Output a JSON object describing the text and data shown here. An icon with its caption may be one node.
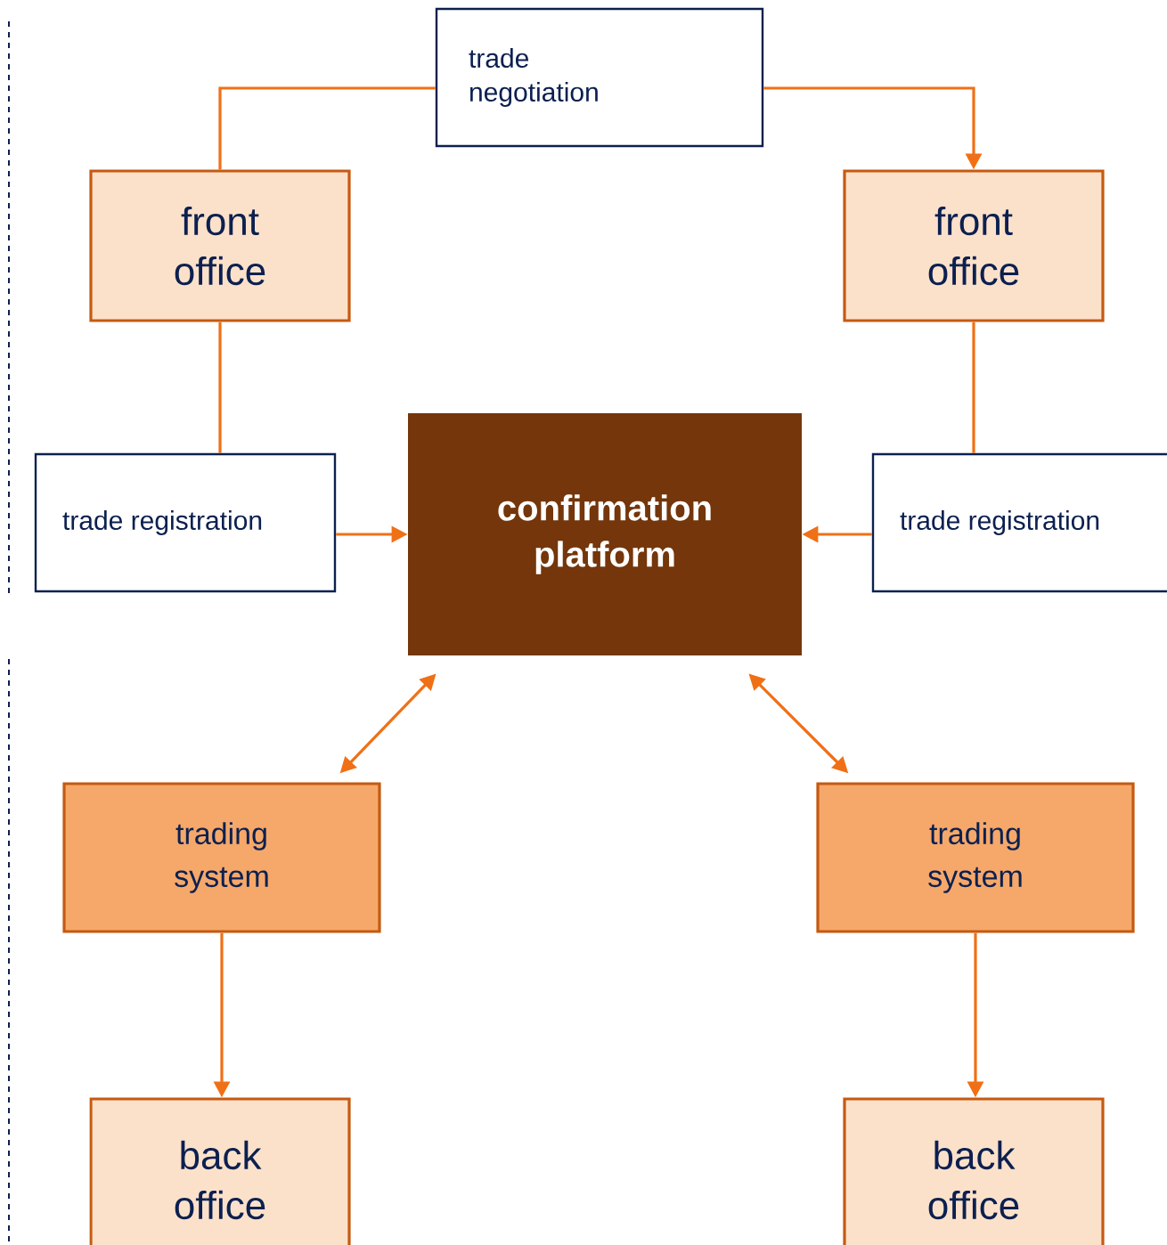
{
  "diagram": {
    "nodes": [
      {
        "text": [
          "trade negotiation"
        ]
      },
      {
        "text": [
          "front office"
        ]
      },
      {
        "text": [
          "front office"
        ]
      },
      {
        "text": [
          "trade registration"
        ]
      },
      {
        "text": [
          "confirmation platform"
        ]
      },
      {
        "text": [
          "trade registration"
        ]
      },
      {
        "text": [
          "trading system"
        ]
      },
      {
        "text": [
          "trading system"
        ]
      },
      {
        "text": [
          "back office"
        ]
      },
      {
        "text": [
          "back office"
        ]
      }
    ],
    "edges": [
      {
        "from": 0,
        "to": 1,
        "arrow": "none"
      },
      {
        "from": 0,
        "to": 2,
        "arrow": "to"
      },
      {
        "from": 1,
        "to": 3,
        "arrow": "none"
      },
      {
        "from": 2,
        "to": 5,
        "arrow": "none"
      },
      {
        "from": 3,
        "to": 4,
        "arrow": "to"
      },
      {
        "from": 5,
        "to": 4,
        "arrow": "to"
      },
      {
        "from": 4,
        "to": 6,
        "arrow": "both"
      },
      {
        "from": 4,
        "to": 7,
        "arrow": "both"
      },
      {
        "from": 6,
        "to": 8,
        "arrow": "to"
      },
      {
        "from": 7,
        "to": 9,
        "arrow": "to"
      }
    ]
  }
}
